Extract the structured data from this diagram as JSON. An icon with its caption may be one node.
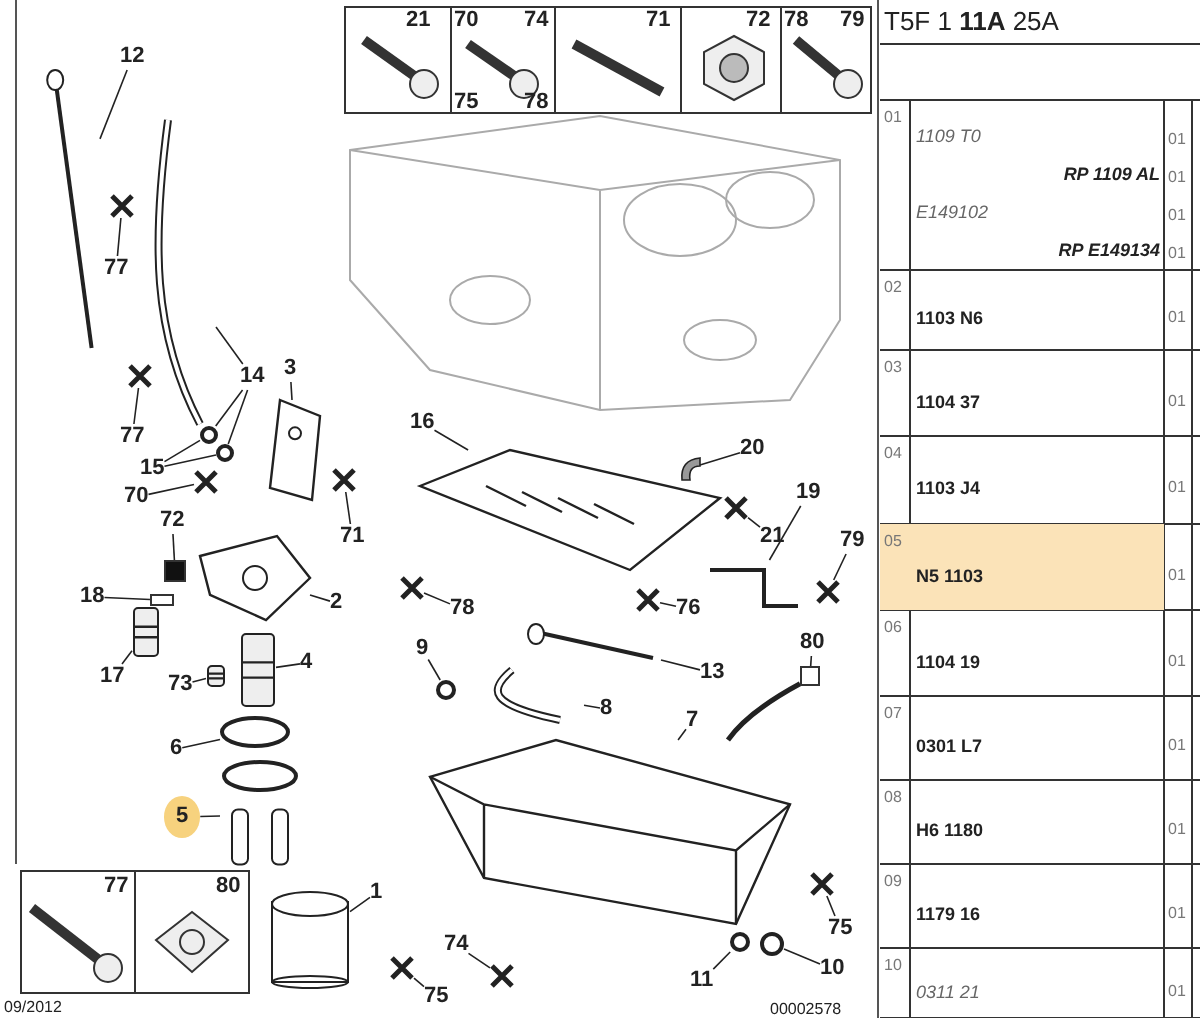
{
  "diagram": {
    "nodes": [
      {
        "text": [
          "12"
        ]
      },
      {
        "text": [],
        "shape": "picture"
      },
      {
        "text": [
          "77"
        ]
      },
      {
        "text": [],
        "shape": "cross"
      },
      {
        "text": [
          "77"
        ]
      },
      {
        "text": [],
        "shape": "cross"
      },
      {
        "text": [
          "14"
        ]
      },
      {
        "text": [],
        "shape": "picture"
      },
      {
        "text": [],
        "shape": "circle"
      },
      {
        "text": [],
        "shape": "circle"
      },
      {
        "text": [
          "15"
        ]
      },
      {
        "text": [
          "3"
        ]
      },
      {
        "text": [],
        "shape": "picture"
      },
      {
        "text": [
          "70"
        ]
      },
      {
        "text": [],
        "shape": "cross"
      },
      {
        "text": [
          "71"
        ]
      },
      {
        "text": [],
        "shape": "cross"
      },
      {
        "text": [
          "72"
        ]
      },
      {
        "text": [],
        "shape": "box"
      },
      {
        "text": [
          "18"
        ]
      },
      {
        "text": [],
        "shape": "box"
      },
      {
        "text": [
          "2"
        ]
      },
      {
        "text": [],
        "shape": "picture"
      },
      {
        "text": [
          "17"
        ]
      },
      {
        "text": [],
        "shape": "picture"
      },
      {
        "text": [
          "73"
        ]
      },
      {
        "text": [],
        "shape": "picture"
      },
      {
        "text": [
          "4"
        ]
      },
      {
        "text": [],
        "shape": "picture"
      },
      {
        "text": [
          "6"
        ]
      },
      {
        "text": [],
        "shape": "circle"
      },
      {
        "text": [
          "5"
        ]
      },
      {
        "text": [],
        "shape": "picture"
      },
      {
        "text": [
          "1"
        ]
      },
      {
        "text": [],
        "shape": "cylinder"
      },
      {
        "text": [
          "16"
        ]
      },
      {
        "text": [],
        "shape": "picture"
      },
      {
        "text": [
          "20"
        ]
      },
      {
        "text": [],
        "shape": "picture"
      },
      {
        "text": [
          "21"
        ]
      },
      {
        "text": [],
        "shape": "cross"
      },
      {
        "text": [
          "78"
        ]
      },
      {
        "text": [],
        "shape": "cross"
      },
      {
        "text": [
          "19"
        ]
      },
      {
        "text": [],
        "shape": "picture"
      },
      {
        "text": [
          "79"
        ]
      },
      {
        "text": [],
        "shape": "cross"
      },
      {
        "text": [
          "76"
        ]
      },
      {
        "text": [],
        "shape": "cross"
      },
      {
        "text": [
          "9"
        ]
      },
      {
        "text": [],
        "shape": "circle"
      },
      {
        "text": [
          "13"
        ]
      },
      {
        "text": [],
        "shape": "picture"
      },
      {
        "text": [
          "8"
        ]
      },
      {
        "text": [],
        "shape": "picture"
      },
      {
        "text": [
          "7"
        ]
      },
      {
        "text": [],
        "shape": "picture"
      },
      {
        "text": [
          "80"
        ]
      },
      {
        "text": [],
        "shape": "box"
      },
      {
        "text": [
          "74"
        ]
      },
      {
        "text": [],
        "shape": "cross"
      },
      {
        "text": [
          "75"
        ]
      },
      {
        "text": [],
        "shape": "cross"
      },
      {
        "text": [
          "75"
        ]
      },
      {
        "text": [],
        "shape": "cross"
      },
      {
        "text": [
          "11"
        ]
      },
      {
        "text": [],
        "shape": "circle"
      },
      {
        "text": [
          "10"
        ]
      },
      {
        "text": [],
        "shape": "circle"
      }
    ],
    "edges": [
      {
        "from": 0,
        "to": 1,
        "arrow": "none"
      },
      {
        "from": 2,
        "to": 3,
        "arrow": "none"
      },
      {
        "from": 4,
        "to": 5,
        "arrow": "none"
      },
      {
        "from": 6,
        "to": 7,
        "arrow": "none"
      },
      {
        "from": 6,
        "to": 8,
        "arrow": "none"
      },
      {
        "from": 6,
        "to": 9,
        "arrow": "none"
      },
      {
        "from": 10,
        "to": 8,
        "arrow": "none"
      },
      {
        "from": 10,
        "to": 9,
        "arrow": "none"
      },
      {
        "from": 11,
        "to": 12,
        "arrow": "none"
      },
      {
        "from": 13,
        "to": 14,
        "arrow": "none"
      },
      {
        "from": 15,
        "to": 16,
        "arrow": "none"
      },
      {
        "from": 17,
        "to": 18,
        "arrow": "none"
      },
      {
        "from": 19,
        "to": 20,
        "arrow": "none"
      },
      {
        "from": 21,
        "to": 22,
        "arrow": "none"
      },
      {
        "from": 23,
        "to": 24,
        "arrow": "none"
      },
      {
        "from": 25,
        "to": 26,
        "arrow": "none"
      },
      {
        "from": 27,
        "to": 28,
        "arrow": "none"
      },
      {
        "from": 29,
        "to": 30,
        "arrow": "none"
      },
      {
        "from": 31,
        "to": 32,
        "arrow": "none"
      },
      {
        "from": 33,
        "to": 34,
        "arrow": "none"
      },
      {
        "from": 35,
        "to": 36,
        "arrow": "none"
      },
      {
        "from": 37,
        "to": 38,
        "arrow": "none"
      },
      {
        "from": 39,
        "to": 40,
        "arrow": "none"
      },
      {
        "from": 41,
        "to": 42,
        "arrow": "none"
      },
      {
        "from": 43,
        "to": 44,
        "arrow": "none"
      },
      {
        "from": 45,
        "to": 46,
        "arrow": "none"
      },
      {
        "from": 47,
        "to": 48,
        "arrow": "none"
      },
      {
        "from": 49,
        "to": 50,
        "arrow": "none"
      },
      {
        "from": 51,
        "to": 52,
        "arrow": "none"
      },
      {
        "from": 53,
        "to": 54,
        "arrow": "none"
      },
      {
        "from": 55,
        "to": 56,
        "arrow": "none"
      },
      {
        "from": 57,
        "to": 58,
        "arrow": "none"
      },
      {
        "from": 58,
        "to": 56,
        "arrow": "none",
        "style": "thick"
      },
      {
        "from": 59,
        "to": 60,
        "arrow": "none"
      },
      {
        "from": 61,
        "to": 62,
        "arrow": "none"
      },
      {
        "from": 63,
        "to": 64,
        "arrow": "none"
      },
      {
        "from": 65,
        "to": 66,
        "arrow": "none"
      },
      {
        "from": 67,
        "to": 68,
        "arrow": "none"
      }
    ],
    "labels": [
      "21",
      "70",
      "74",
      "71",
      "72",
      "78",
      "79",
      "75",
      "78",
      "77",
      "80",
      "09/2012",
      "00002578",
      "T5F 1 **11A** 25A",
      "01",
      "1109 T0",
      "01",
      "RP 1109 AL",
      "01",
      "E149102",
      "01",
      "RP E149134",
      "01",
      "02",
      "1103 N6",
      "01",
      "03",
      "1104 37",
      "01",
      "04",
      "1103 J4",
      "01",
      "05",
      "N5 1103",
      "01",
      "06",
      "1104 19",
      "01",
      "07",
      "0301 L7",
      "01",
      "08",
      "H6 1180",
      "01",
      "09",
      "1179 16",
      "01",
      "10",
      "0311 21",
      "01"
    ]
  }
}
